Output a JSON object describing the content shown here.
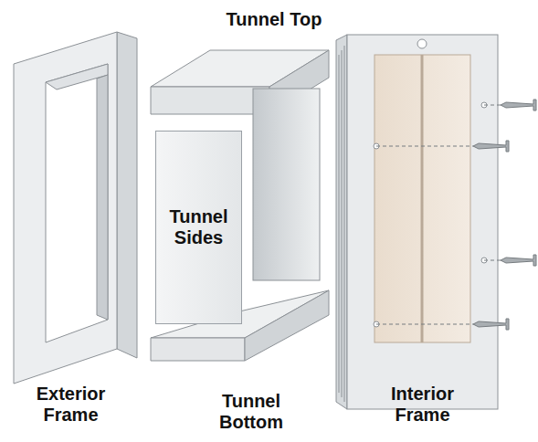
{
  "diagram": {
    "nodes": [
      {
        "text": [
          "Tunnel Sides"
        ]
      }
    ],
    "labels": [
      "Tunnel Top",
      "Exterior Frame",
      "Tunnel Bottom",
      "Interior Frame"
    ]
  }
}
